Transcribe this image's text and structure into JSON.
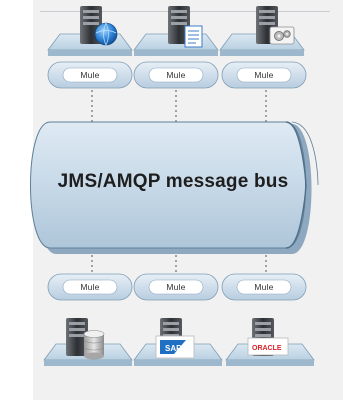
{
  "bus_label": "JMS/AMQP message bus",
  "top_connectors": [
    "Mule",
    "Mule",
    "Mule"
  ],
  "bottom_connectors": [
    "Mule",
    "Mule",
    "Mule"
  ],
  "logos": {
    "sap": "SAP",
    "oracle": "ORACLE"
  },
  "colors": {
    "platform_top": "#cfe0ee",
    "platform_side": "#9db8cc",
    "bus_fill": "#c9dbe9",
    "bus_shadow": "#8ea9bf",
    "connector_fill": "#d7e4ef",
    "connector_pill": "#ffffff",
    "oracle_red": "#d8232a",
    "sap_blue": "#1f6fc2"
  },
  "icons": {
    "top": [
      "server-globe-icon",
      "server-document-icon",
      "server-gears-icon"
    ],
    "bottom": [
      "server-database-icon",
      "server-sap-icon",
      "server-oracle-icon"
    ]
  }
}
